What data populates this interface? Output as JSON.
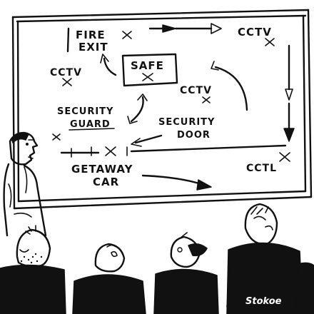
{
  "board": {
    "labels": {
      "fire_exit_line1": "FIRE",
      "fire_exit_line2": "EXIT",
      "cctv_top_right": "CCTV",
      "cctv_left": "CCTV",
      "safe": "SAFE",
      "cctv_middle": "CCTV",
      "security_guard_line1": "SECURITY",
      "security_guard_line2": "GUARD",
      "security_door_line1": "SECURITY",
      "security_door_line2": "DOOR",
      "cctv_bottom_right": "CCTL",
      "getaway_line1": "GETAWAY",
      "getaway_line2": "CAR"
    }
  },
  "signature": "Stokoe",
  "colors": {
    "ink": "#111111",
    "paper": "#ffffff"
  }
}
